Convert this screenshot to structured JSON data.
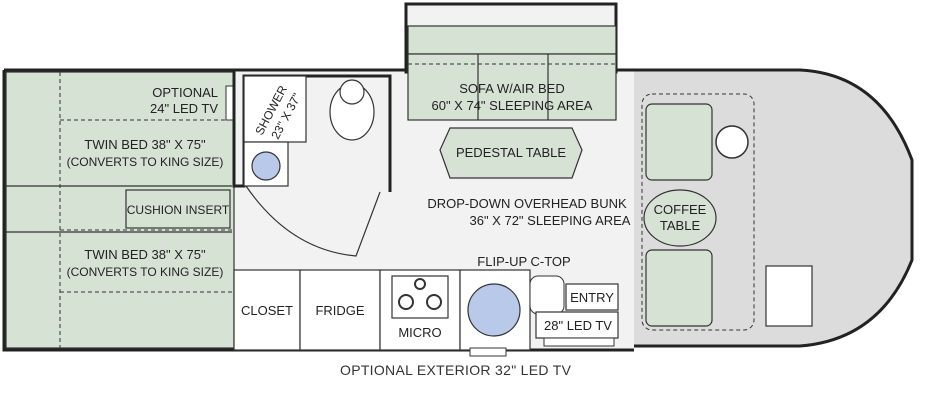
{
  "labels": {
    "optional_tv": [
      "OPTIONAL",
      "24\" LED TV"
    ],
    "twin_bed_top": [
      "TWIN BED 38\" X 75\"",
      "(CONVERTS TO KING SIZE)"
    ],
    "cushion_insert": "CUSHION INSERT",
    "twin_bed_bottom": [
      "TWIN BED 38\" X 75\"",
      "(CONVERTS TO KING SIZE)"
    ],
    "shower": [
      "SHOWER",
      "23\" X 37\""
    ],
    "sofa": [
      "SOFA W/AIR BED",
      "60\" X 74\" SLEEPING AREA"
    ],
    "pedestal_table": "PEDESTAL TABLE",
    "overhead_bunk": [
      "DROP-DOWN OVERHEAD BUNK",
      "36\" X 72\" SLEEPING AREA"
    ],
    "coffee_table": [
      "COFFEE",
      "TABLE"
    ],
    "flip_up": "FLIP-UP C-TOP",
    "closet": "CLOSET",
    "fridge": "FRIDGE",
    "micro": "MICRO",
    "entry": "ENTRY",
    "led_tv_28": "28\" LED TV",
    "exterior_tv": "OPTIONAL EXTERIOR 32\" LED TV"
  },
  "colors": {
    "bed_green": "#d6e3d4",
    "sink_blue": "#b9c9ea",
    "cab_gray": "#dcdcdc"
  }
}
